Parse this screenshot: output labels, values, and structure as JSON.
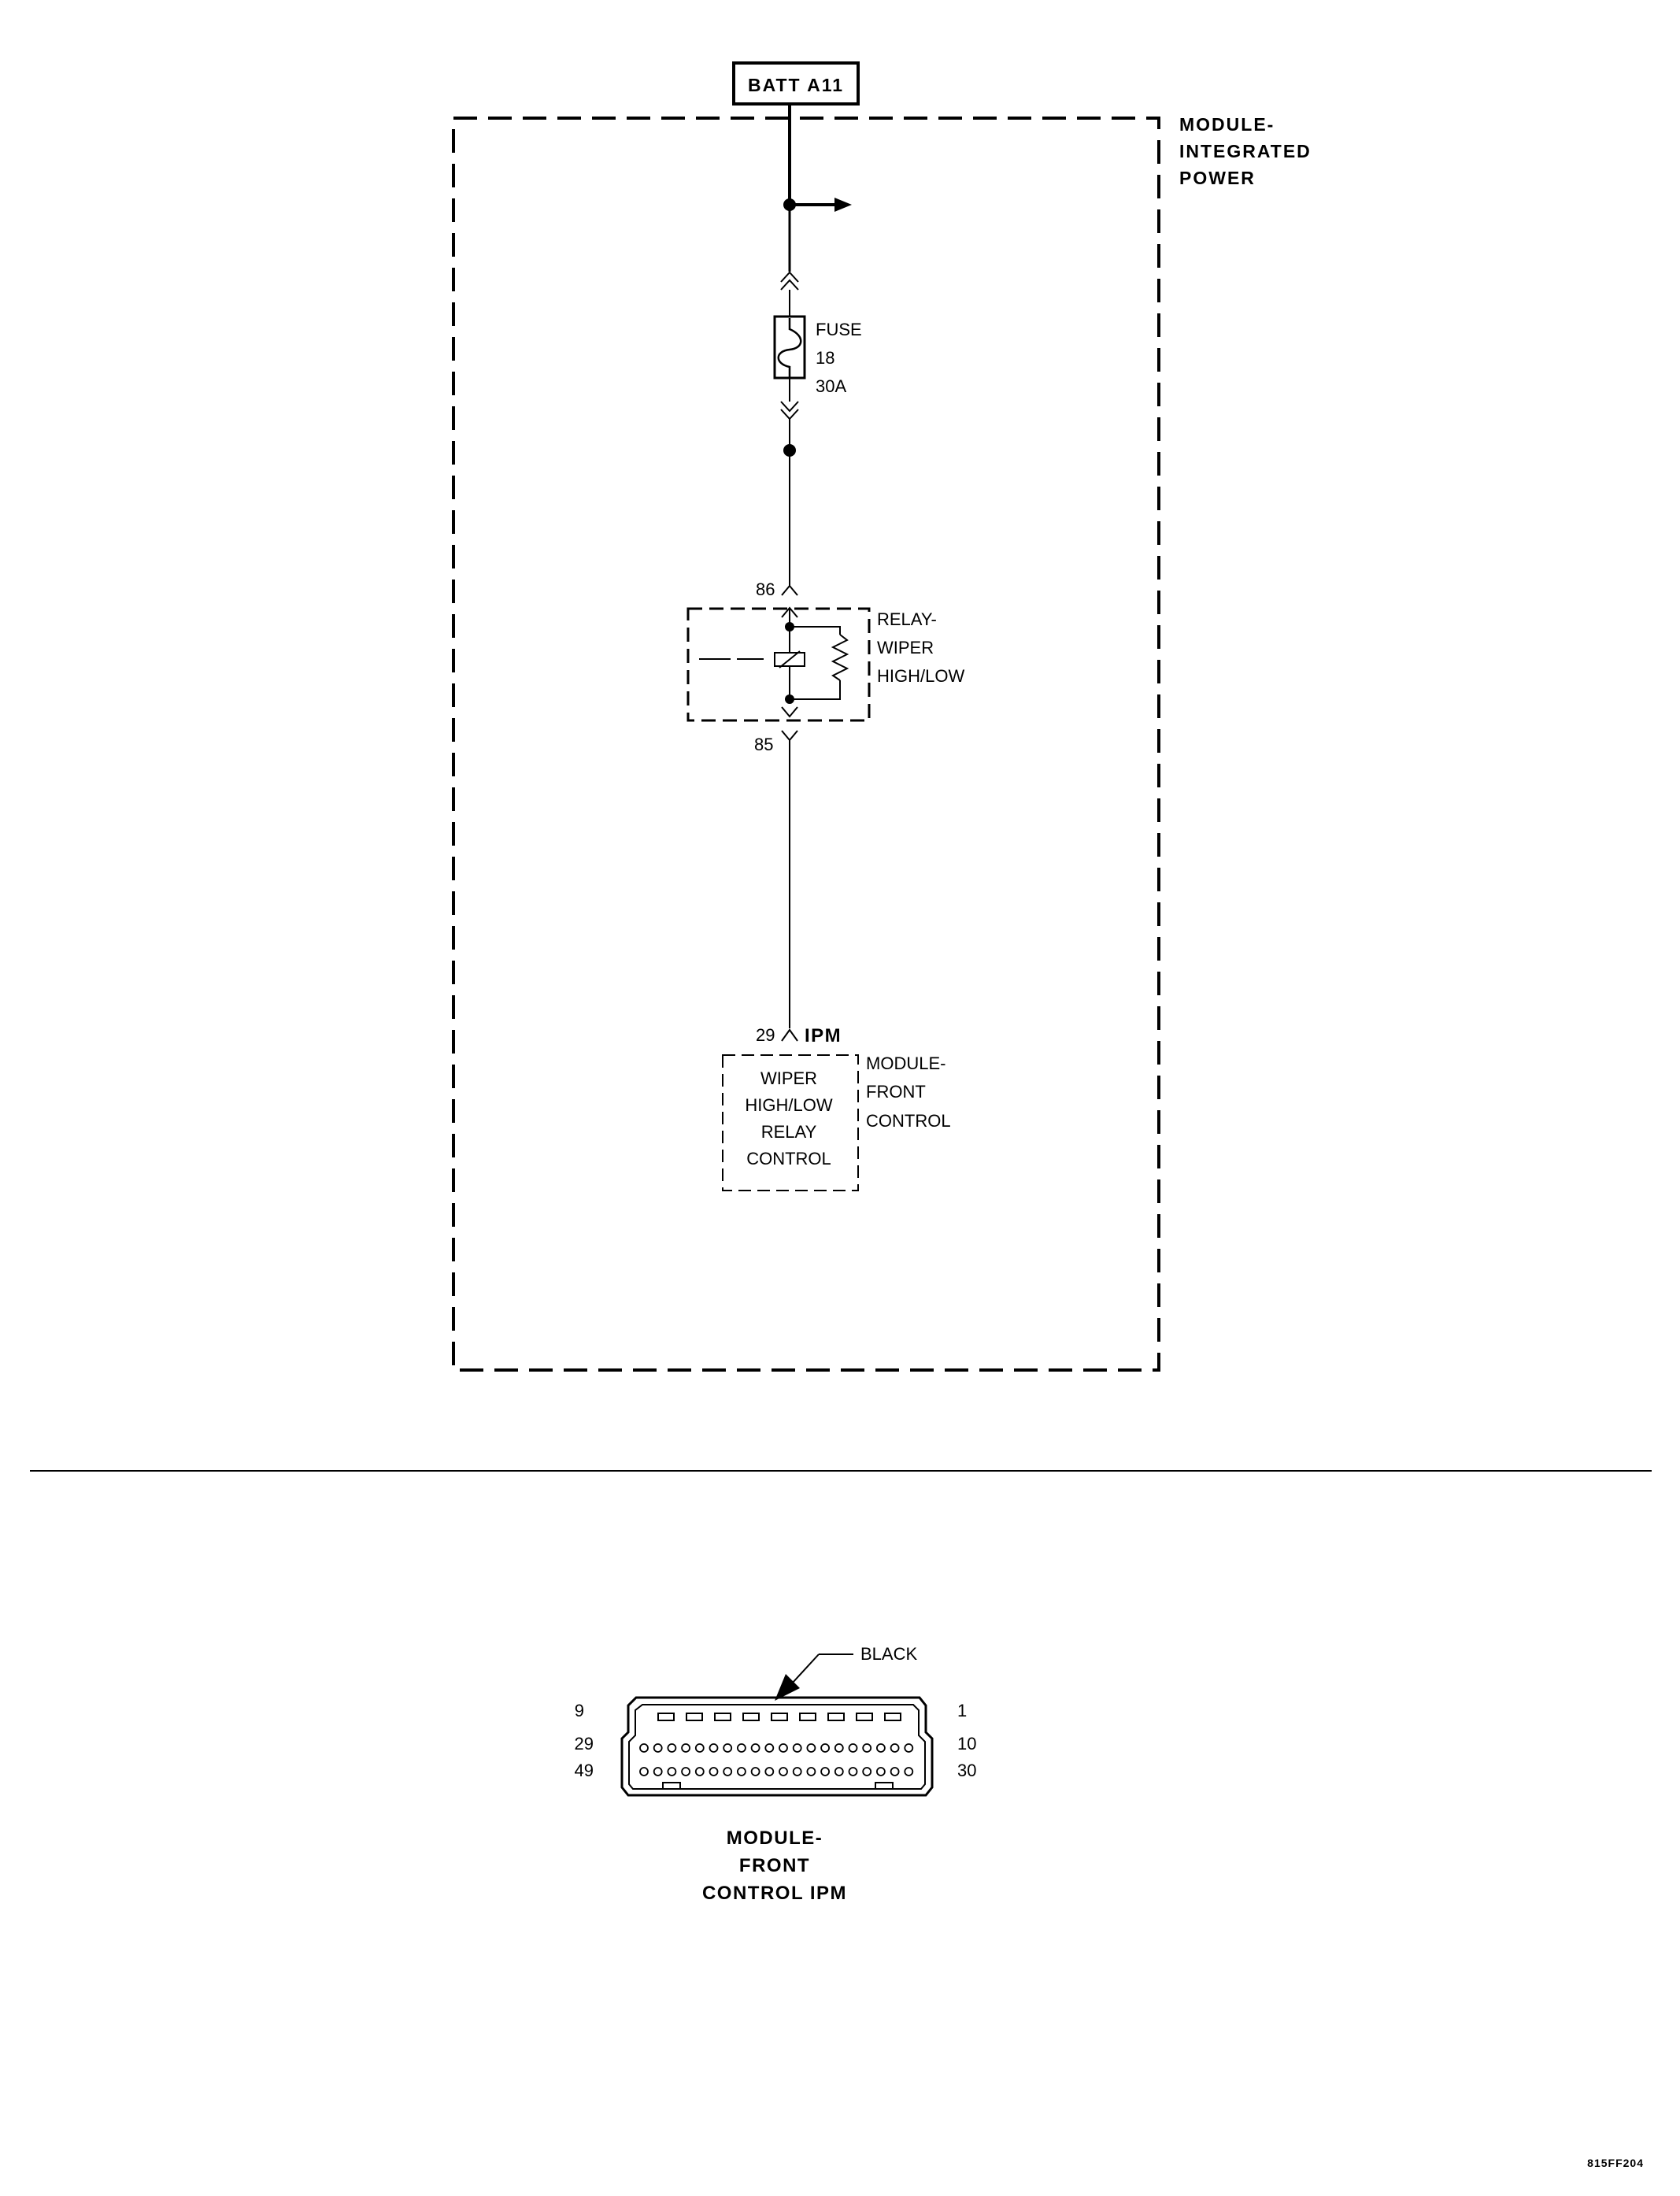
{
  "upper": {
    "batt_label": "BATT A11",
    "module_integrated_power": [
      "MODULE-",
      "INTEGRATED",
      "POWER"
    ],
    "fuse": [
      "FUSE",
      "18",
      "30A"
    ],
    "relay_pin_top": "86",
    "relay_pin_bottom": "85",
    "relay_label": [
      "RELAY-",
      "WIPER",
      "HIGH/LOW"
    ],
    "ipm_pin": "29",
    "ipm_label": "IPM",
    "wiper_box": [
      "WIPER",
      "HIGH/LOW",
      "RELAY",
      "CONTROL"
    ],
    "module_front_control": [
      "MODULE-",
      "FRONT",
      "CONTROL"
    ]
  },
  "connector": {
    "color_label": "BLACK",
    "pins_left": [
      "9",
      "29",
      "49"
    ],
    "pins_right": [
      "1",
      "10",
      "30"
    ],
    "title": [
      "MODULE-",
      "FRONT",
      "CONTROL IPM"
    ]
  },
  "figure_id": "815FF204"
}
